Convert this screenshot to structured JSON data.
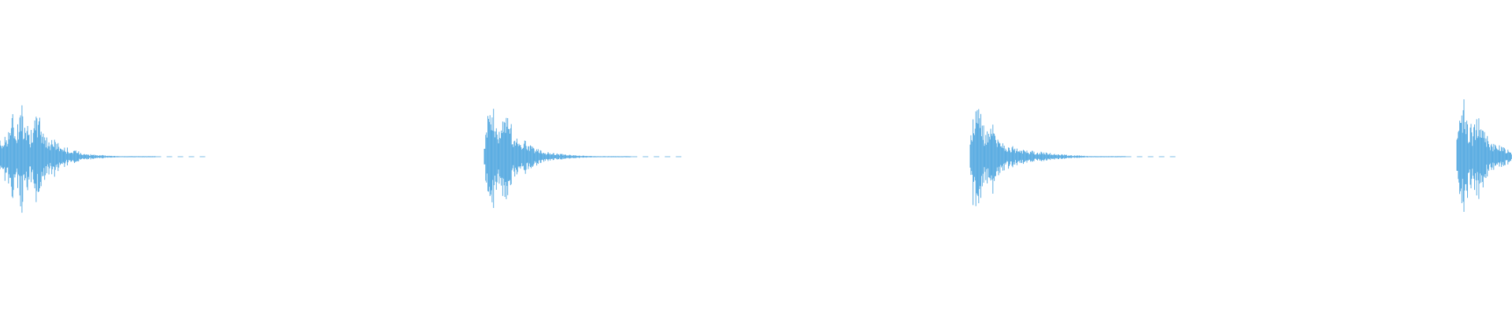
{
  "waveform": {
    "color": "#5dade2",
    "background": "#ffffff",
    "hits": [
      {
        "profile": [
          0.28,
          0.4,
          0.55,
          0.8,
          0.52,
          0.94,
          0.98,
          0.62,
          0.4,
          0.88,
          0.7,
          0.45,
          0.3,
          0.38,
          0.28,
          0.2,
          0.18,
          0.14,
          0.1,
          0.12,
          0.08,
          0.06,
          0.05,
          0.04,
          0.03,
          0.03,
          0.02,
          0.02,
          0.015,
          0.01,
          0.01,
          0.008,
          0.006,
          0.005,
          0.004,
          0.003,
          0.003,
          0.002
        ]
      },
      {
        "profile": [
          0.3,
          0.9,
          0.96,
          0.65,
          0.45,
          1.0,
          0.82,
          0.5,
          0.35,
          0.28,
          0.32,
          0.22,
          0.18,
          0.16,
          0.12,
          0.1,
          0.08,
          0.07,
          0.06,
          0.05,
          0.04,
          0.035,
          0.03,
          0.025,
          0.02,
          0.015,
          0.012,
          0.01,
          0.008,
          0.006,
          0.005,
          0.004,
          0.003,
          0.003,
          0.002,
          0.002
        ]
      },
      {
        "profile": [
          0.35,
          1.0,
          0.96,
          0.6,
          0.45,
          0.82,
          0.55,
          0.35,
          0.25,
          0.2,
          0.18,
          0.16,
          0.14,
          0.13,
          0.12,
          0.11,
          0.1,
          0.09,
          0.08,
          0.07,
          0.06,
          0.05,
          0.045,
          0.04,
          0.035,
          0.03,
          0.025,
          0.02,
          0.015,
          0.012,
          0.01,
          0.008,
          0.006,
          0.005,
          0.004,
          0.003,
          0.003,
          0.002
        ]
      },
      {
        "profile": [
          0.4,
          0.95,
          1.02,
          0.7,
          0.55,
          0.8,
          0.6,
          0.4,
          0.3,
          0.25,
          0.22,
          0.18,
          0.15,
          0.12,
          0.1,
          0.09,
          0.08
        ]
      }
    ]
  }
}
